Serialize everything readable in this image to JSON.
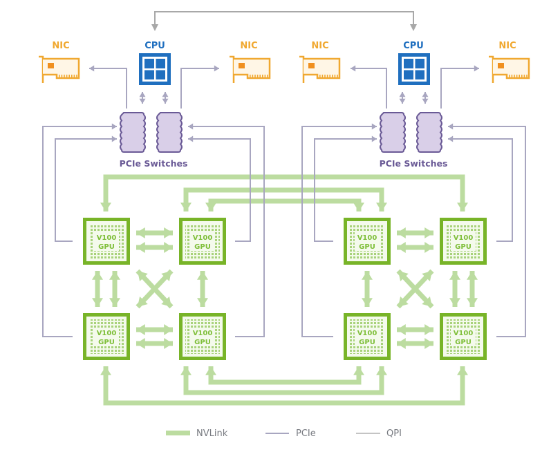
{
  "diagram": {
    "title": "",
    "colors": {
      "nvlink": "#bcdca0",
      "gpu_border": "#78b428",
      "gpu_fill": "#f4faec",
      "cpu": "#1f6fbf",
      "nic": "#f0a830",
      "switch_fill": "#d9cfe8",
      "switch_border": "#6a5a96",
      "pcie": "#a8a6c0",
      "qpi": "#a8a8a8"
    },
    "nodes": {
      "cpu_left": {
        "label": "CPU"
      },
      "cpu_right": {
        "label": "CPU"
      },
      "nic_1": {
        "label": "NIC"
      },
      "nic_2": {
        "label": "NIC"
      },
      "nic_3": {
        "label": "NIC"
      },
      "nic_4": {
        "label": "NIC"
      },
      "switches_left": {
        "label": "PCIe Switches"
      },
      "switches_right": {
        "label": "PCIe Switches"
      },
      "gpu_line1": "V100",
      "gpu_line2": "GPU"
    },
    "gpus": [
      {
        "id": "gpu-l-tl",
        "line1": "V100",
        "line2": "GPU"
      },
      {
        "id": "gpu-l-tr",
        "line1": "V100",
        "line2": "GPU"
      },
      {
        "id": "gpu-l-bl",
        "line1": "V100",
        "line2": "GPU"
      },
      {
        "id": "gpu-l-br",
        "line1": "V100",
        "line2": "GPU"
      },
      {
        "id": "gpu-r-tl",
        "line1": "V100",
        "line2": "GPU"
      },
      {
        "id": "gpu-r-tr",
        "line1": "V100",
        "line2": "GPU"
      },
      {
        "id": "gpu-r-bl",
        "line1": "V100",
        "line2": "GPU"
      },
      {
        "id": "gpu-r-br",
        "line1": "V100",
        "line2": "GPU"
      }
    ],
    "legend": [
      {
        "key": "nvlink",
        "label": "NVLink"
      },
      {
        "key": "pcie",
        "label": "PCIe"
      },
      {
        "key": "qpi",
        "label": "QPI"
      }
    ]
  }
}
